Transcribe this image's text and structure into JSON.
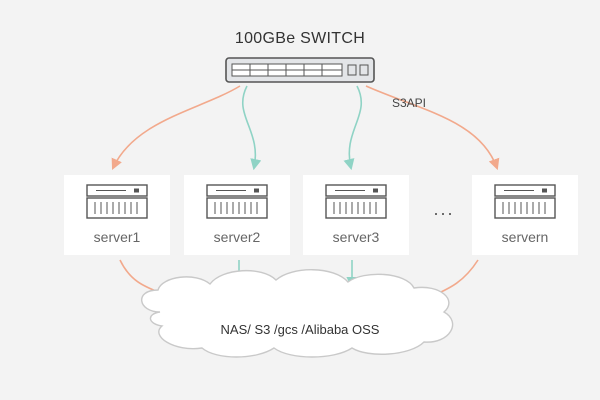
{
  "switch": {
    "label": "100GBe SWITCH",
    "protocol_label": "S3API"
  },
  "servers": [
    {
      "label": "server1"
    },
    {
      "label": "server2"
    },
    {
      "label": "server3"
    },
    {
      "label": "servern"
    }
  ],
  "ellipsis": "...",
  "storage": {
    "label": "NAS/ S3 /gcs /Alibaba OSS"
  },
  "colors": {
    "background": "#f3f3f3",
    "card": "#ffffff",
    "switch_body": "#e3e5e8",
    "icon_stroke": "#555555",
    "arrow_orange": "#f2a98c",
    "arrow_teal": "#8fd3c5",
    "cloud_fill": "#ffffff",
    "cloud_stroke": "#c9c9c9"
  },
  "icons": {
    "switch": "network-switch-icon",
    "server": "server-rack-icon",
    "cloud": "cloud-icon"
  }
}
